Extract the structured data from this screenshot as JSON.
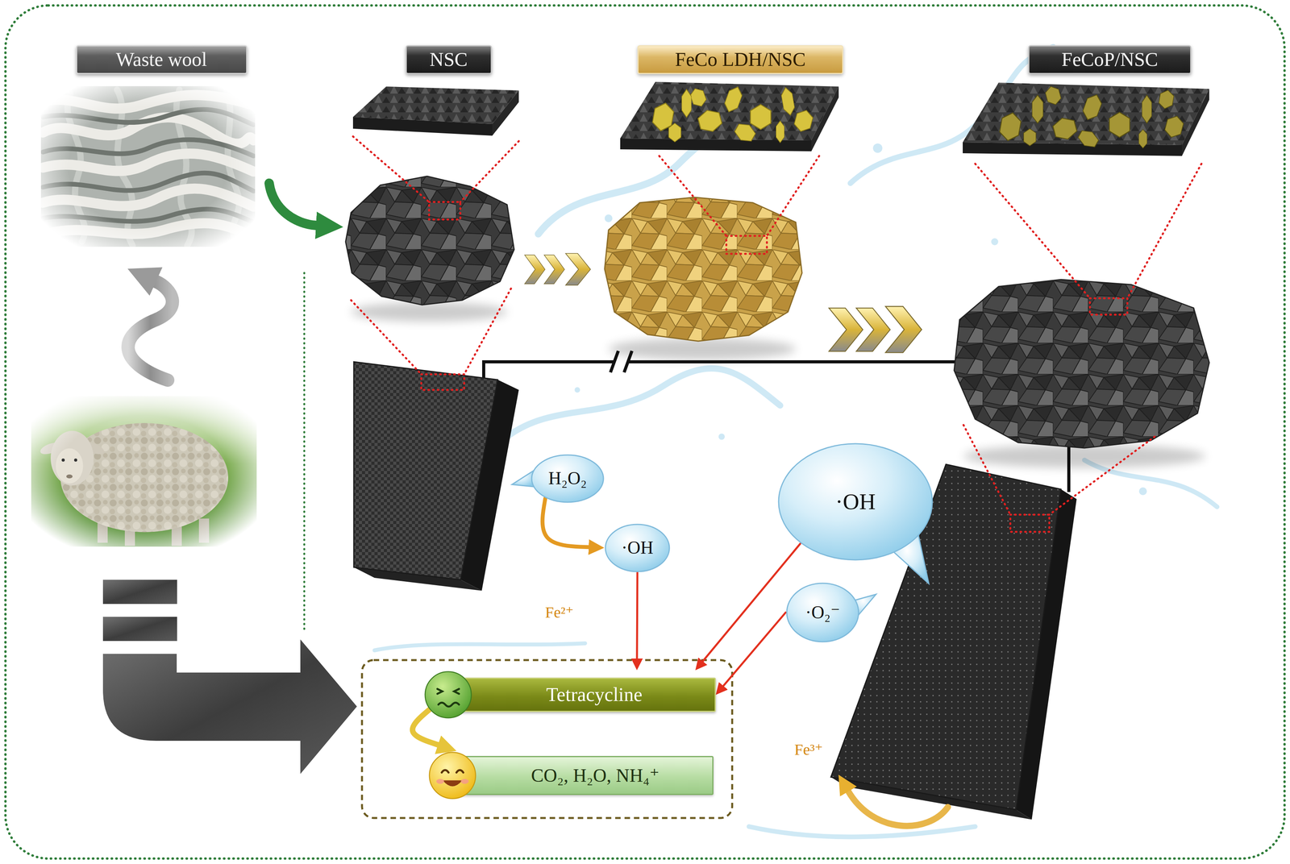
{
  "diagram": {
    "nodes": [
      {
        "text": [
          "Waste wool"
        ]
      },
      {
        "text": [
          "NSC"
        ]
      },
      {
        "text": [
          "FeCo LDH/NSC"
        ]
      },
      {
        "text": [
          "FeCoP/NSC"
        ]
      },
      {
        "text": [
          "H₂O₂"
        ]
      },
      {
        "text": [
          "·OH"
        ]
      },
      {
        "text": [
          "·OH"
        ]
      },
      {
        "text": [
          "·O₂⁻"
        ]
      },
      {
        "text": [
          "Tetracycline"
        ]
      },
      {
        "text": [
          "CO₂, H₂O, NH₄⁺"
        ]
      }
    ],
    "edges": [
      {
        "from": 4,
        "to": 5,
        "arrow": "to"
      },
      {
        "from": 5,
        "to": 8,
        "arrow": "to"
      },
      {
        "from": 6,
        "to": 8,
        "arrow": "to"
      },
      {
        "from": 7,
        "to": 8,
        "arrow": "to"
      },
      {
        "from": 8,
        "to": 9,
        "arrow": "to"
      }
    ],
    "labels": [
      "Fe²⁺",
      "Fe³⁺"
    ]
  }
}
